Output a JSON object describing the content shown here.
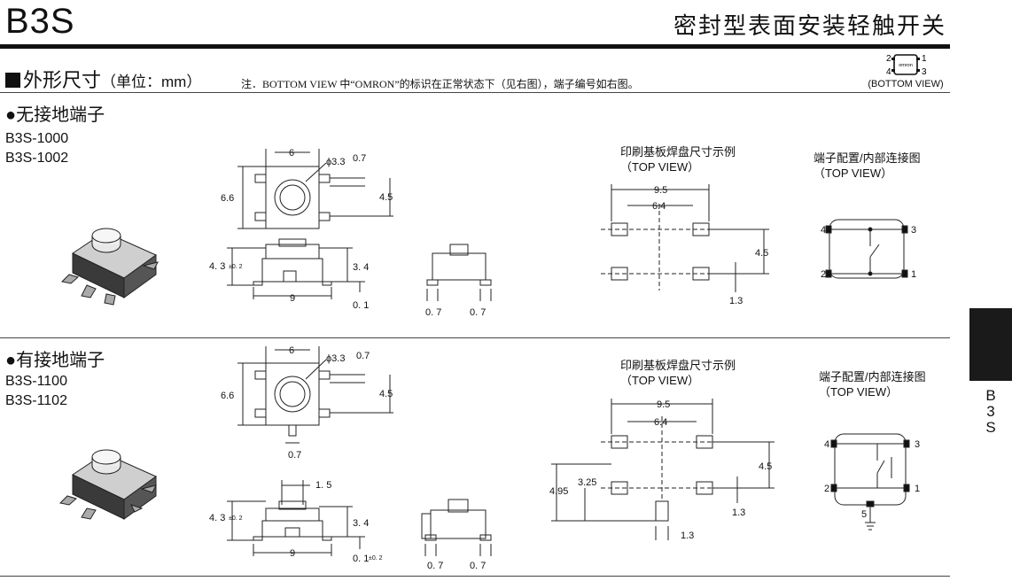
{
  "header": {
    "title": "B3S",
    "subtitle": "密封型表面安装轻触开关"
  },
  "section": {
    "title": "外形尺寸",
    "unit": "（单位：mm）",
    "note": "注．BOTTOM VIEW 中“OMRON”的标识在正常状态下（见右图），端子编号如右图。"
  },
  "bottom_view": {
    "pins": [
      "2",
      "1",
      "4",
      "3"
    ],
    "logo": "omron",
    "label": "(BOTTOM VIEW)"
  },
  "groups": [
    {
      "name": "●无接地端子",
      "models": [
        "B3S-1000",
        "B3S-1002"
      ],
      "dims": {
        "top_width": "6",
        "diameter": "ϕ3.3",
        "pin_w": "0.7",
        "height": "6.6",
        "pitch": "4.5",
        "side_h": "4. 3",
        "tol": "±0. 2",
        "body_h": "3. 4",
        "total_w": "9",
        "base": "0. 1",
        "end_a": "0. 7",
        "end_b": "0. 7"
      },
      "pcb_title": [
        "印刷基板焊盘尺寸示例",
        "（TOP VIEW）"
      ],
      "pcb_dims": {
        "outer": "9.5",
        "inner": "6.4",
        "pitch": "4.5",
        "pad": "1.3"
      },
      "conn_title": [
        "端子配置/内部连接图",
        "（TOP VIEW）"
      ],
      "conn_pins": [
        "4",
        "3",
        "2",
        "1"
      ]
    },
    {
      "name": "●有接地端子",
      "models": [
        "B3S-1100",
        "B3S-1102"
      ],
      "dims": {
        "top_width": "6",
        "diameter": "ϕ3.3",
        "pin_w": "0.7",
        "height": "6.6",
        "pitch": "4.5",
        "gnd_w": "0.7",
        "gnd_pitch": "1. 5",
        "side_h": "4. 3",
        "tol": "±0. 2",
        "body_h": "3. 4",
        "total_w": "9",
        "base": "0. 1",
        "base_tol": "±0. 2",
        "end_a": "0. 7",
        "end_b": "0. 7"
      },
      "pcb_title": [
        "印刷基板焊盘尺寸示例",
        "（TOP VIEW）"
      ],
      "pcb_dims": {
        "outer": "9.5",
        "inner": "6.4",
        "pitch": "4.5",
        "offset": "3.25",
        "overall": "4.95",
        "pad": "1.3",
        "gnd_pad": "1.3"
      },
      "conn_title": [
        "端子配置/内部连接图",
        "（TOP VIEW）"
      ],
      "conn_pins": [
        "4",
        "3",
        "2",
        "1",
        "5"
      ]
    }
  ],
  "side_tab": {
    "letters": [
      "B",
      "3",
      "S"
    ]
  }
}
